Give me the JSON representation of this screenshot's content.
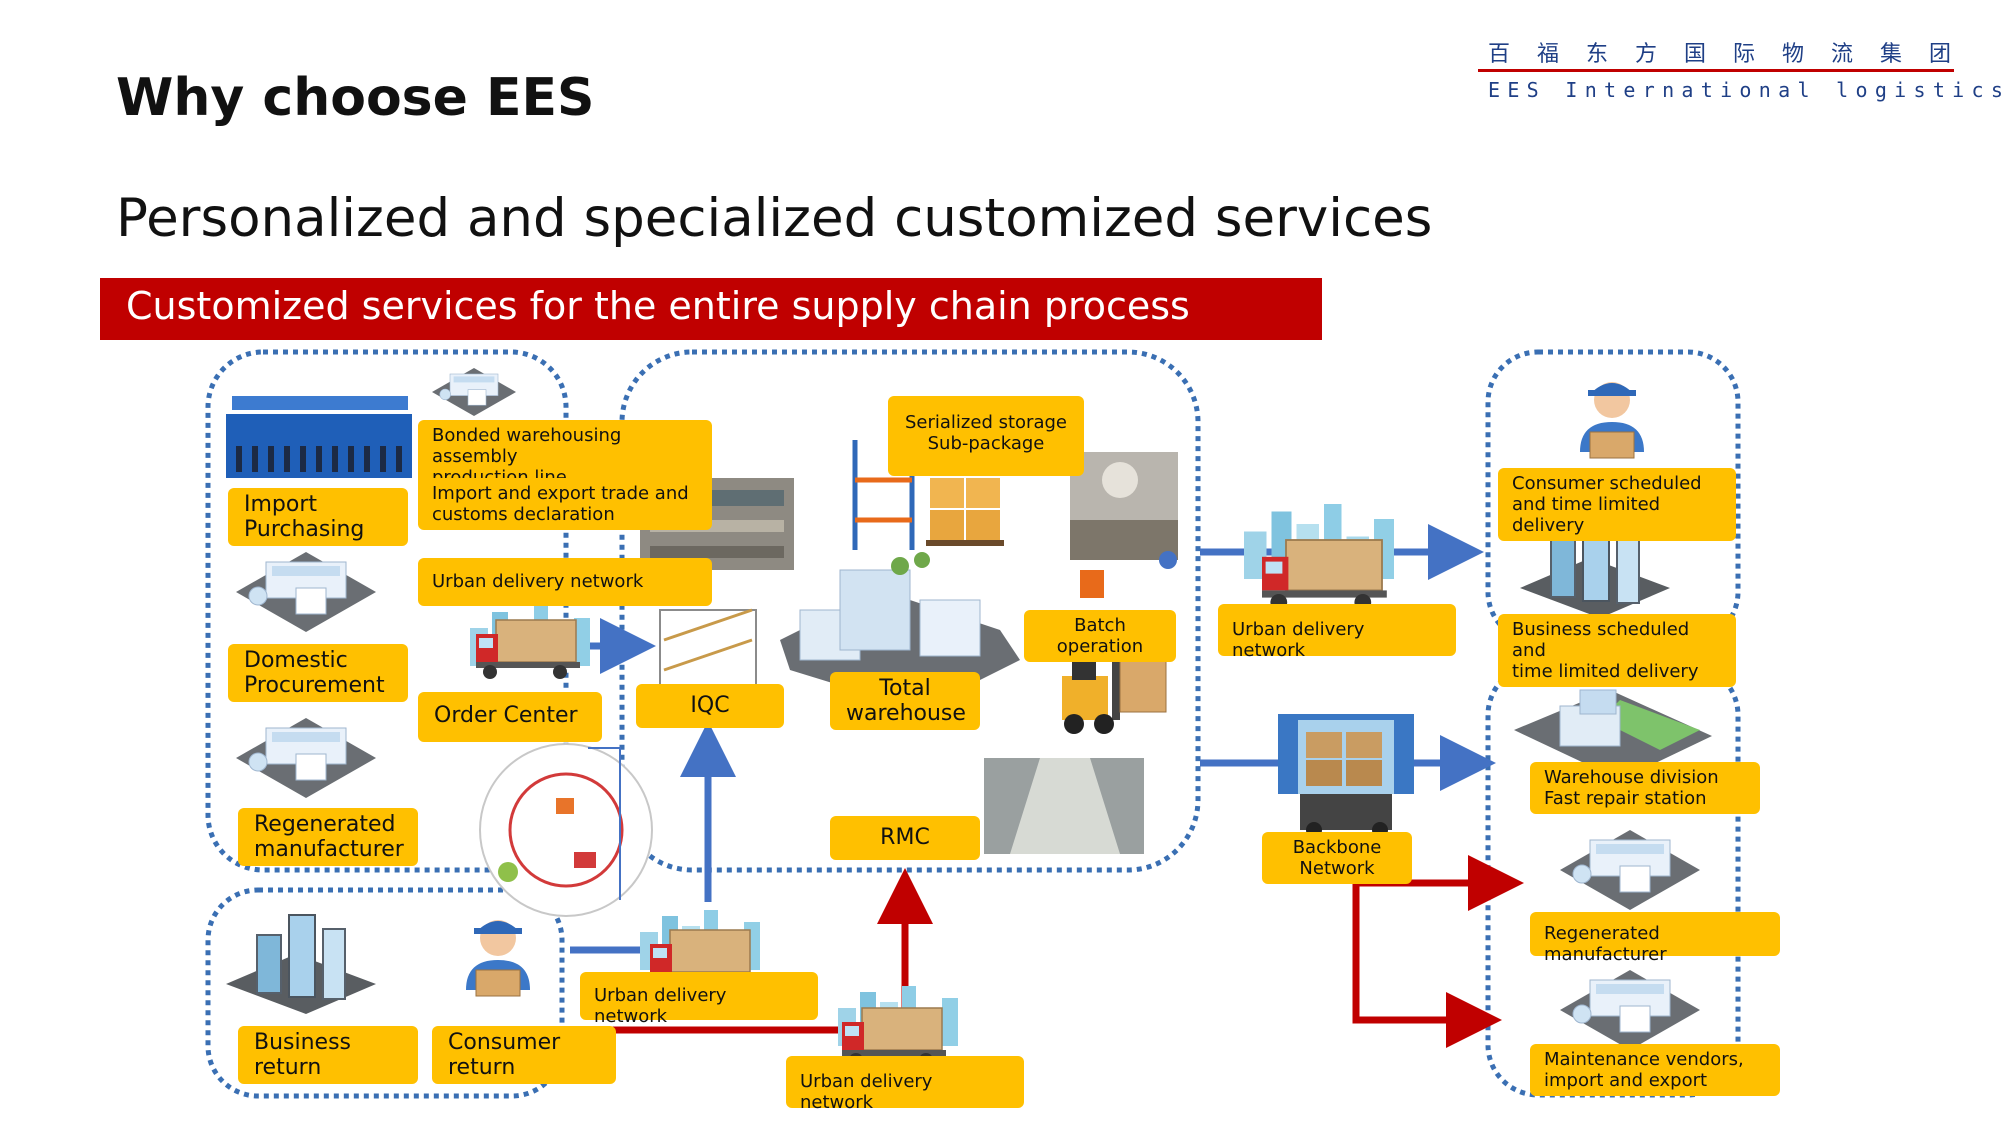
{
  "header": {
    "title": "Why choose EES",
    "subtitle": "Personalized and specialized customized services",
    "banner": "Customized services for the entire supply chain process"
  },
  "logo": {
    "cn": "百福东方国际物流集团",
    "en": "EES International logistics"
  },
  "labels": {
    "import_purchasing": "Import\nPurchasing",
    "domestic_procurement": "Domestic\nProcurement",
    "regenerated_manufacturer_left": "Regenerated\nmanufacturer",
    "bonded_warehousing": "Bonded warehousing assembly\nproduction line",
    "import_export_trade": "Import and export trade and\ncustoms declaration",
    "urban_delivery_left": "Urban delivery network",
    "order_center": "Order Center",
    "iqc": "IQC",
    "serialized_storage": "Serialized storage\nSub-package",
    "batch_operation": "Batch\noperation",
    "total_warehouse": "Total\nwarehouse",
    "rmc": "RMC",
    "business_return": "Business\nreturn",
    "consumer_return": "Consumer\nreturn",
    "urban_delivery_bottom_a": "Urban delivery network",
    "urban_delivery_bottom_b": "Urban delivery network",
    "urban_delivery_middle": "Urban delivery network",
    "backbone_network": "Backbone\nNetwork",
    "consumer_scheduled": "Consumer scheduled\nand time limited delivery",
    "business_scheduled": "Business  scheduled and\ntime limited delivery",
    "warehouse_division": "Warehouse division\nFast repair station",
    "regenerated_manufacturer_right": "Regenerated manufacturer",
    "maintenance_vendors": "Maintenance vendors,\nimport and export"
  },
  "colors": {
    "accent_red": "#c00000",
    "label_yellow": "#ffc000",
    "flow_blue": "#4472c4",
    "dotted_border": "#3a6fb3",
    "logo_blue": "#1f3f86"
  },
  "icons": [
    "truck-icon",
    "warehouse-building-icon",
    "office-tower-icon",
    "delivery-man-icon",
    "forklift-icon",
    "shelf-icon",
    "cardboard-boxes-icon",
    "factory-photo-icon",
    "process-cycle-icon",
    "backbone-truck-icon"
  ]
}
